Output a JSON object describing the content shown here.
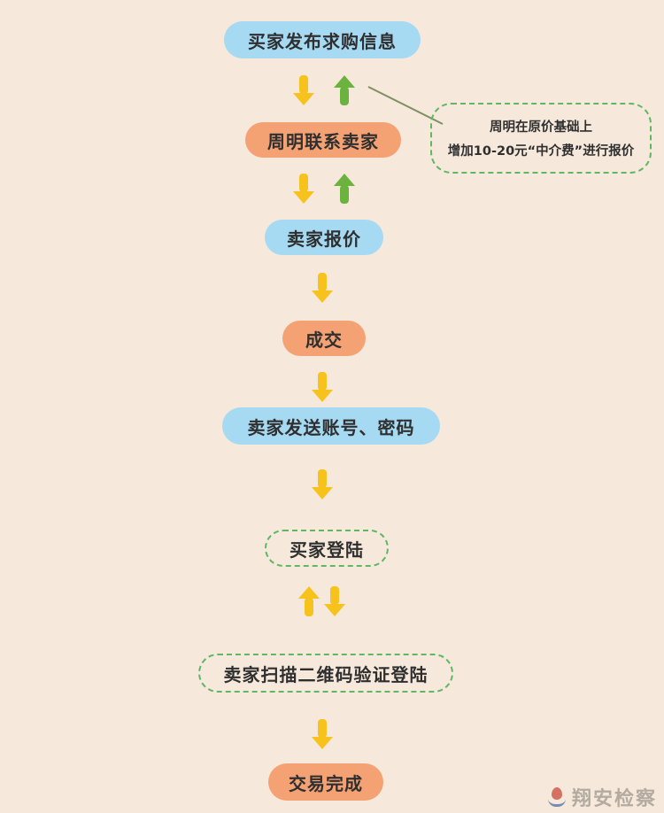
{
  "colors": {
    "background": "#f6e9dc",
    "step_blue": "#a6d9f2",
    "step_orange": "#f4a274",
    "arrow_yellow": "#f6c21b",
    "arrow_green": "#6cb23e",
    "dashed_green": "#5fb763",
    "text": "#2f2f2f"
  },
  "steps": [
    {
      "label": "买家发布求购信息",
      "variant": "blue"
    },
    {
      "label": "周明联系卖家",
      "variant": "orange"
    },
    {
      "label": "卖家报价",
      "variant": "blue"
    },
    {
      "label": "成交",
      "variant": "orange"
    },
    {
      "label": "卖家发送账号、密码",
      "variant": "blue"
    },
    {
      "label": "买家登陆",
      "variant": "dashed"
    },
    {
      "label": "卖家扫描二维码验证登陆",
      "variant": "dashed"
    },
    {
      "label": "交易完成",
      "variant": "orange"
    }
  ],
  "callout": {
    "line1": "周明在原价基础上",
    "line2": "增加10-20元“中介费”进行报价"
  },
  "watermark": {
    "text": "翔安检察"
  }
}
